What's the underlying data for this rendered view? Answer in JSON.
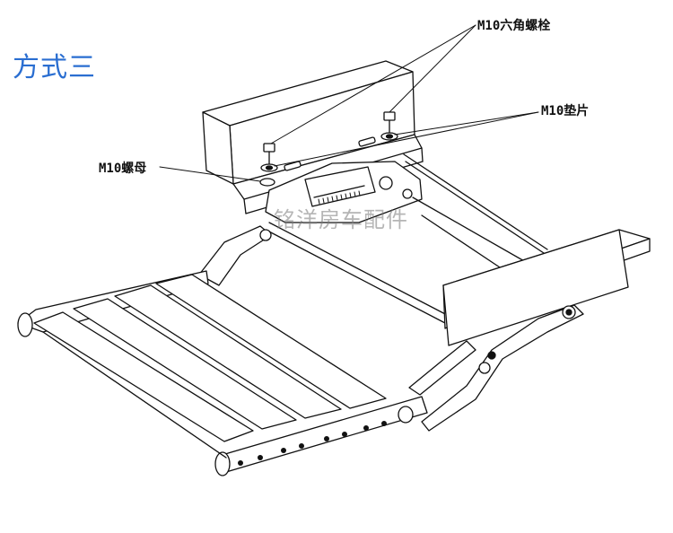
{
  "title": "方式三",
  "labels": {
    "bolt": "M10六角螺栓",
    "washer": "M10垫片",
    "nut": "M10螺母"
  },
  "watermark": "铭洋房车配件"
}
